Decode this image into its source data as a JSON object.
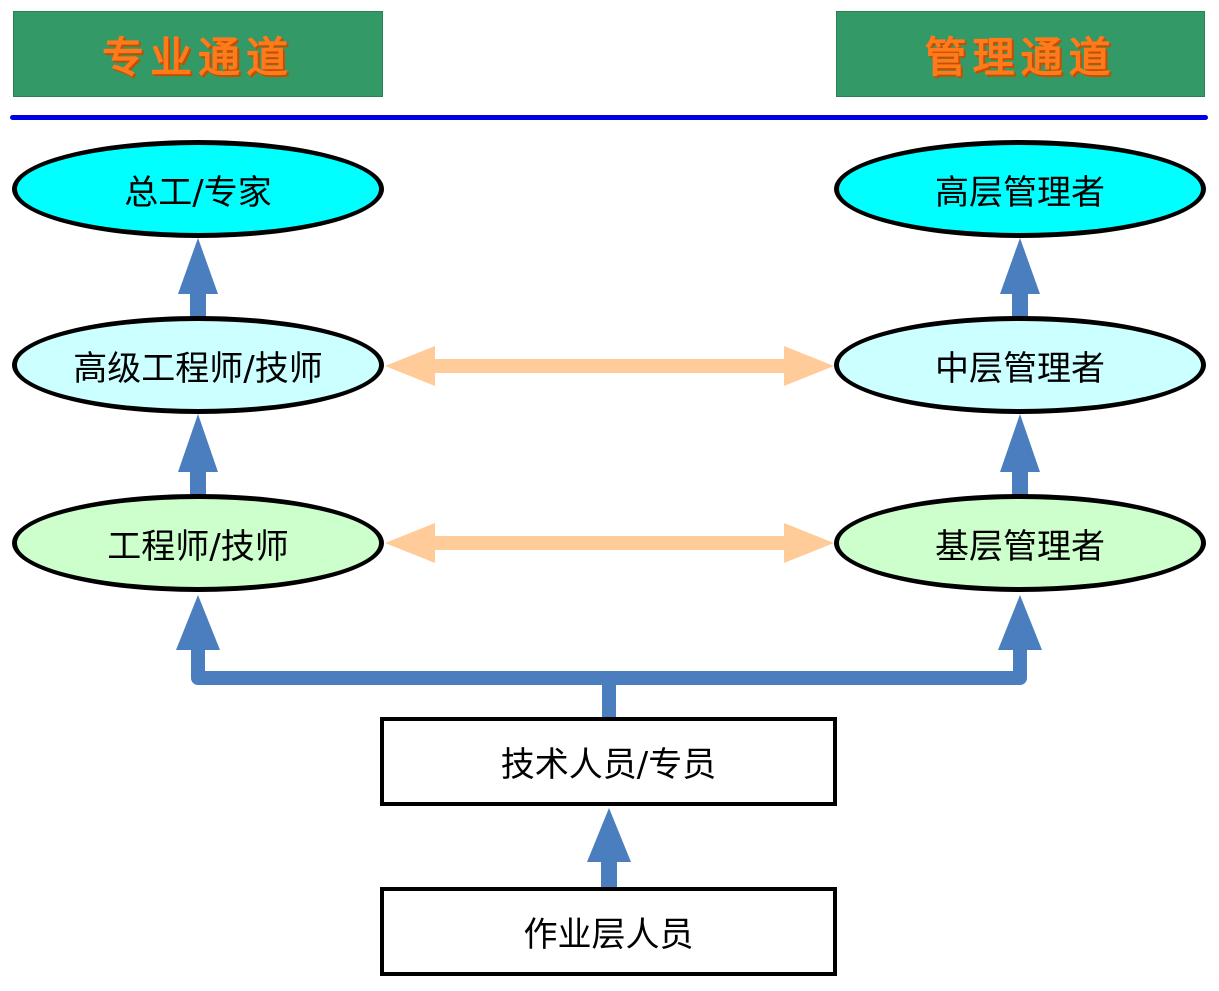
{
  "headers": {
    "left": "专业通道",
    "right": "管理通道"
  },
  "nodes": {
    "chief_engineer": "总工/专家",
    "senior_engineer": "高级工程师/技师",
    "engineer": "工程师/技师",
    "senior_manager": "高层管理者",
    "middle_manager": "中层管理者",
    "junior_manager": "基层管理者",
    "technician": "技术人员/专员",
    "operator": "作业层人员"
  },
  "colors": {
    "header_bg": "#339966",
    "header_text": "#ff7a1a",
    "divider": "#0000e6",
    "top_ellipse": "#00ffff",
    "mid_ellipse": "#ccffff",
    "low_ellipse": "#ccffcc",
    "arrow_blue": "#4a7ebf",
    "arrow_peach": "#ffcc99"
  }
}
